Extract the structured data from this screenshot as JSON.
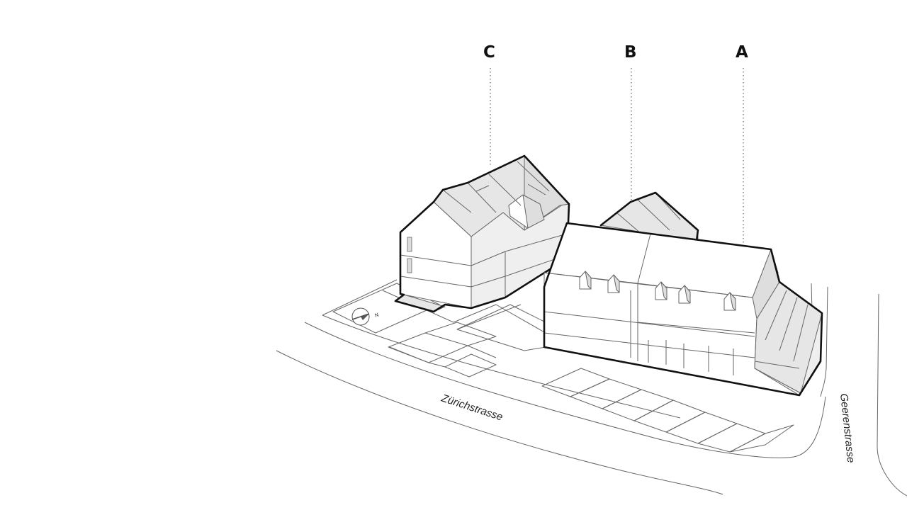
{
  "labels": {
    "c": "C",
    "b": "B",
    "a": "A"
  },
  "streets": {
    "zurich": "Zürichstrasse",
    "geeren": "Geerenstrasse"
  },
  "north_marker": "N",
  "colors": {
    "outline": "#111111",
    "roof": "#e6e6e6",
    "line": "#666666"
  }
}
